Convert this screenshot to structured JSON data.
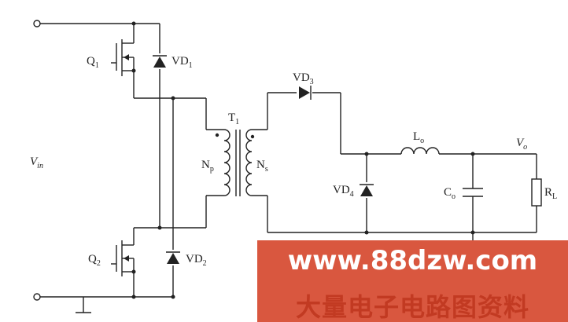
{
  "labels": {
    "q1": "Q",
    "q1_sub": "1",
    "q2": "Q",
    "q2_sub": "2",
    "vd1": "VD",
    "vd1_sub": "1",
    "vd2": "VD",
    "vd2_sub": "2",
    "vd3": "VD",
    "vd3_sub": "3",
    "vd4": "VD",
    "vd4_sub": "4",
    "t1": "T",
    "t1_sub": "1",
    "np": "N",
    "np_sub": "p",
    "ns": "N",
    "ns_sub": "s",
    "lo": "L",
    "lo_sub": "o",
    "co": "C",
    "co_sub": "o",
    "rl": "R",
    "rl_sub": "L",
    "vo": "V",
    "vo_sub": "o",
    "vin": "V",
    "vin_sub": "in"
  },
  "watermark": {
    "url": "www.88dzw.com",
    "cn": "大量电子电路图资料"
  }
}
